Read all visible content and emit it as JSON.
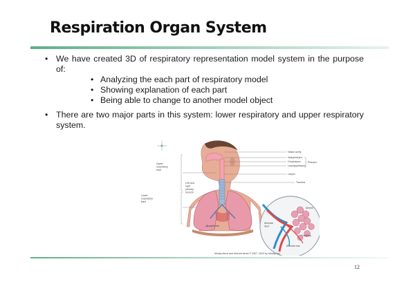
{
  "slide": {
    "title": "Respiration Organ System",
    "page_number": "12",
    "bullets": [
      {
        "text": "We have created 3D of respiratory representation model system in the purpose of:",
        "sub": [
          "Analyzing the each part of respiratory model",
          "Showing explanation of each part",
          "Being able to change to another model object"
        ]
      },
      {
        "text": "There are two major parts in this system: lower respiratory and upper respiratory system."
      }
    ]
  },
  "figure": {
    "labels": {
      "upper_tract": [
        "Upper",
        "respiratory",
        "tract"
      ],
      "lower_tract": [
        "Lower",
        "respiratory",
        "tract"
      ],
      "lungs": [
        "Left and",
        "right",
        "primary",
        "bronchi"
      ],
      "bronchioles": "Bronchioles",
      "nasal_cavity": "Nasal cavity",
      "nasopharynx": "Nasopharynx",
      "oropharynx": "Oropharynx",
      "laryngopharynx": "Laryngopharynx",
      "pharynx": "Pharynx",
      "larynx": "Larynx",
      "trachea": "Trachea",
      "alveoli": "Alveoli",
      "alveolar_duct": [
        "Alveolar",
        "duct"
      ],
      "capillary": "Capillary",
      "alveolar_sac": "Alveolar sac",
      "credit": "Mosby items and derived items © 2007, 2003 by Mosby, Inc."
    }
  }
}
